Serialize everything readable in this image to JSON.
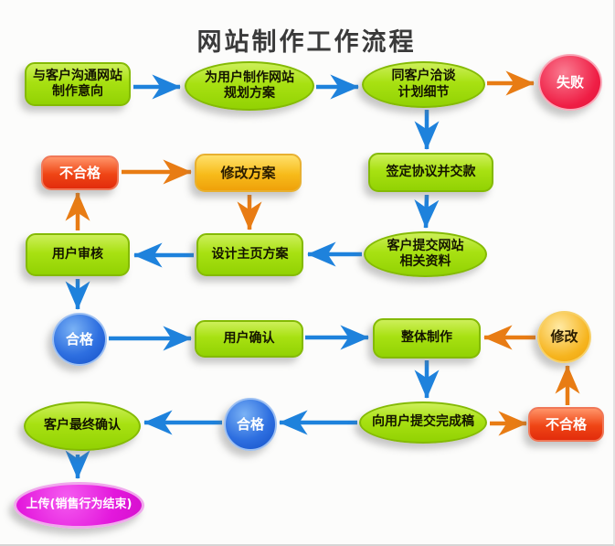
{
  "title": "网站制作工作流程",
  "colors": {
    "node_green": "#a8e112",
    "node_red": "#ef4515",
    "node_orange": "#f7bb1a",
    "node_blue": "#2e6fe0",
    "node_fail_red": "#ef1e45",
    "node_magenta": "#e318dc",
    "arrow_blue": "#1e82dc",
    "arrow_orange": "#e87c14",
    "background": "#fcfcfb"
  },
  "nodes": {
    "communicate": {
      "label": "与客户沟通网站\n制作意向"
    },
    "plan": {
      "label": "为用户制作网站\n规划方案"
    },
    "negotiate": {
      "label": "同客户洽谈\n计划细节"
    },
    "fail": {
      "label": "失败"
    },
    "unqualified1": {
      "label": "不合格"
    },
    "revise_plan": {
      "label": "修改方案"
    },
    "sign_pay": {
      "label": "签定协议并交款"
    },
    "user_review": {
      "label": "用户审核"
    },
    "design_home": {
      "label": "设计主页方案"
    },
    "submit_materials": {
      "label": "客户提交网站\n相关资料"
    },
    "qualified1": {
      "label": "合格"
    },
    "user_confirm": {
      "label": "用户确认"
    },
    "overall_production": {
      "label": "整体制作"
    },
    "revise": {
      "label": "修改"
    },
    "final_confirm": {
      "label": "客户最终确认"
    },
    "qualified2": {
      "label": "合格"
    },
    "submit_final": {
      "label": "向用户提交完成稿"
    },
    "unqualified2": {
      "label": "不合格"
    },
    "upload": {
      "label": "上传(销售行为结束)"
    }
  }
}
